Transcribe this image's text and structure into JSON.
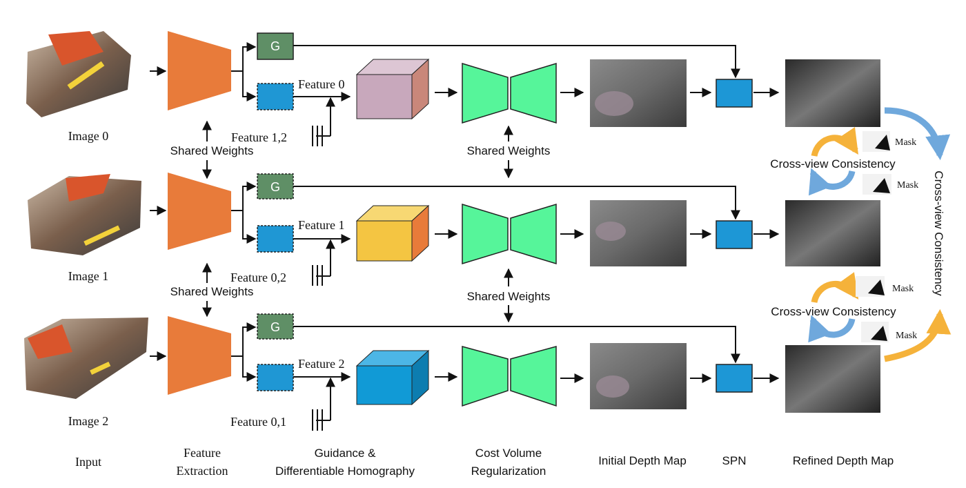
{
  "diagram": {
    "rows": [
      {
        "image_label": "Image 0",
        "guidance_label": "G",
        "feature_label": "Feature 0",
        "other_features_label": "Feature 1,2",
        "cube_color": "#c8a8bc"
      },
      {
        "image_label": "Image 1",
        "guidance_label": "G",
        "feature_label": "Feature 1",
        "other_features_label": "Feature 0,2",
        "cube_color": "#f4c542"
      },
      {
        "image_label": "Image 2",
        "guidance_label": "G",
        "feature_label": "Feature 2",
        "other_features_label": "Feature 0,1",
        "cube_color": "#119ad6"
      }
    ],
    "shared_weights": {
      "extractor_top": "Shared Weights",
      "extractor_bottom": "Shared Weights",
      "regularizer_top": "Shared Weights",
      "regularizer_bottom": "Shared Weights"
    },
    "consistency": {
      "pair_top": "Cross-view Consistency",
      "pair_bottom": "Cross-view Consistency",
      "vertical": "Cross-view Consistency",
      "mask_labels": [
        "Mask",
        "Mask",
        "Mask",
        "Mask"
      ]
    },
    "stages": {
      "input": "Input",
      "feature_extraction_1": "Feature",
      "feature_extraction_2": "Extraction",
      "guidance_1": "Guidance &",
      "guidance_2": "Differentiable Homography",
      "cost_volume_1": "Cost Volume",
      "cost_volume_2": "Regularization",
      "initial_depth": "Initial Depth Map",
      "spn": "SPN",
      "refined_depth": "Refined Depth Map"
    },
    "colors": {
      "feature_extractor": "#e87b3a",
      "guidance_box": "#5f8f66",
      "feature_box": "#1f97d4",
      "regularizer": "#56f59a",
      "spn_box": "#1d97d6",
      "arc_orange": "#f5b23a",
      "arc_blue": "#6fa8dc"
    }
  }
}
